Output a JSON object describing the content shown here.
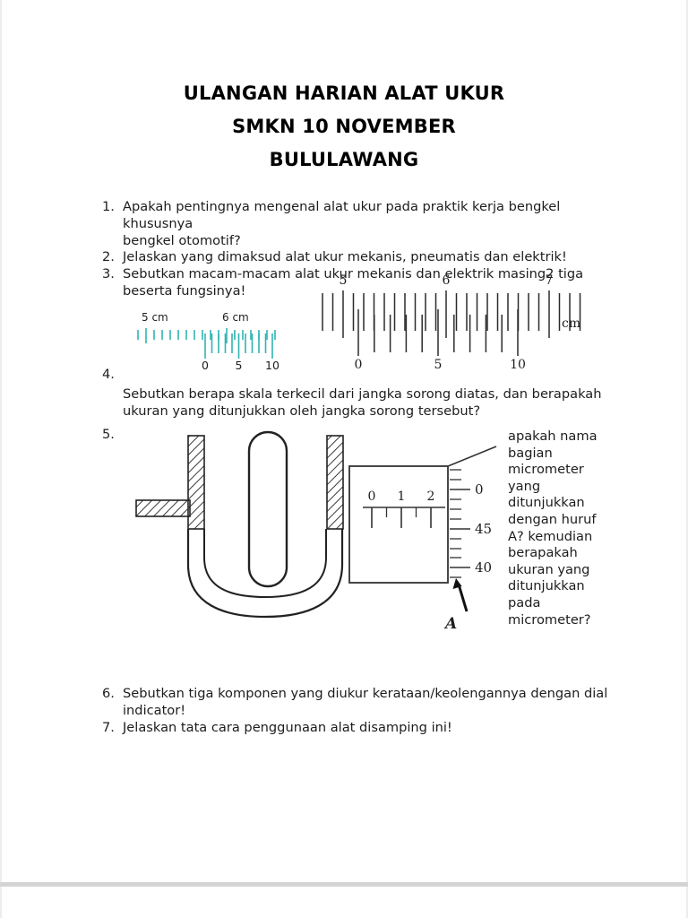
{
  "doc": {
    "title_lines": [
      "ULANGAN HARIAN ALAT UKUR",
      "SMKN 10 NOVEMBER",
      "BULULAWANG"
    ],
    "questions": [
      {
        "num": "1.",
        "lines": [
          "Apakah pentingnya mengenal alat ukur pada praktik kerja bengkel khususnya",
          "bengkel otomotif?"
        ]
      },
      {
        "num": "2.",
        "lines": [
          "Jelaskan yang dimaksud alat ukur mekanis, pneumatis dan elektrik!"
        ]
      },
      {
        "num": "3.",
        "lines": [
          "Sebutkan macam-macam alat ukur mekanis dan elektrik masing2 tiga",
          "beserta fungsinya!"
        ]
      },
      {
        "num": "4.",
        "lines": [
          "Sebutkan berapa skala terkecil dari jangka sorong diatas, dan berapakah",
          "ukuran yang ditunjukkan oleh jangka sorong tersebut?"
        ]
      },
      {
        "num": "5.",
        "lines": []
      },
      {
        "num": "6.",
        "lines": [
          "Sebutkan tiga komponen yang diukur kerataan/keolengannya dengan dial",
          "indicator!"
        ]
      },
      {
        "num": "7.",
        "lines": [
          "Jelaskan tata cara penggunaan alat disamping ini!"
        ]
      }
    ],
    "micrometer_caption": "apakah nama bagian micrometer yang ditunjukkan dengan huruf A? kemudian berapakah ukuran yang ditunjukkan pada micrometer?"
  },
  "caliper_small": {
    "color": "#2fb5b3",
    "main_labels": [
      "5 cm",
      "6 cm"
    ],
    "vernier_labels": [
      "0",
      "5",
      "10"
    ]
  },
  "caliper_large": {
    "main_labels": [
      "5",
      "6",
      "7"
    ],
    "unit": "cm",
    "vernier_labels": [
      "0",
      "5",
      "10"
    ]
  },
  "micrometer": {
    "sleeve_labels": [
      "0",
      "1",
      "2"
    ],
    "thimble_labels": [
      "0",
      "45",
      "40"
    ],
    "pointer_label": "A"
  }
}
